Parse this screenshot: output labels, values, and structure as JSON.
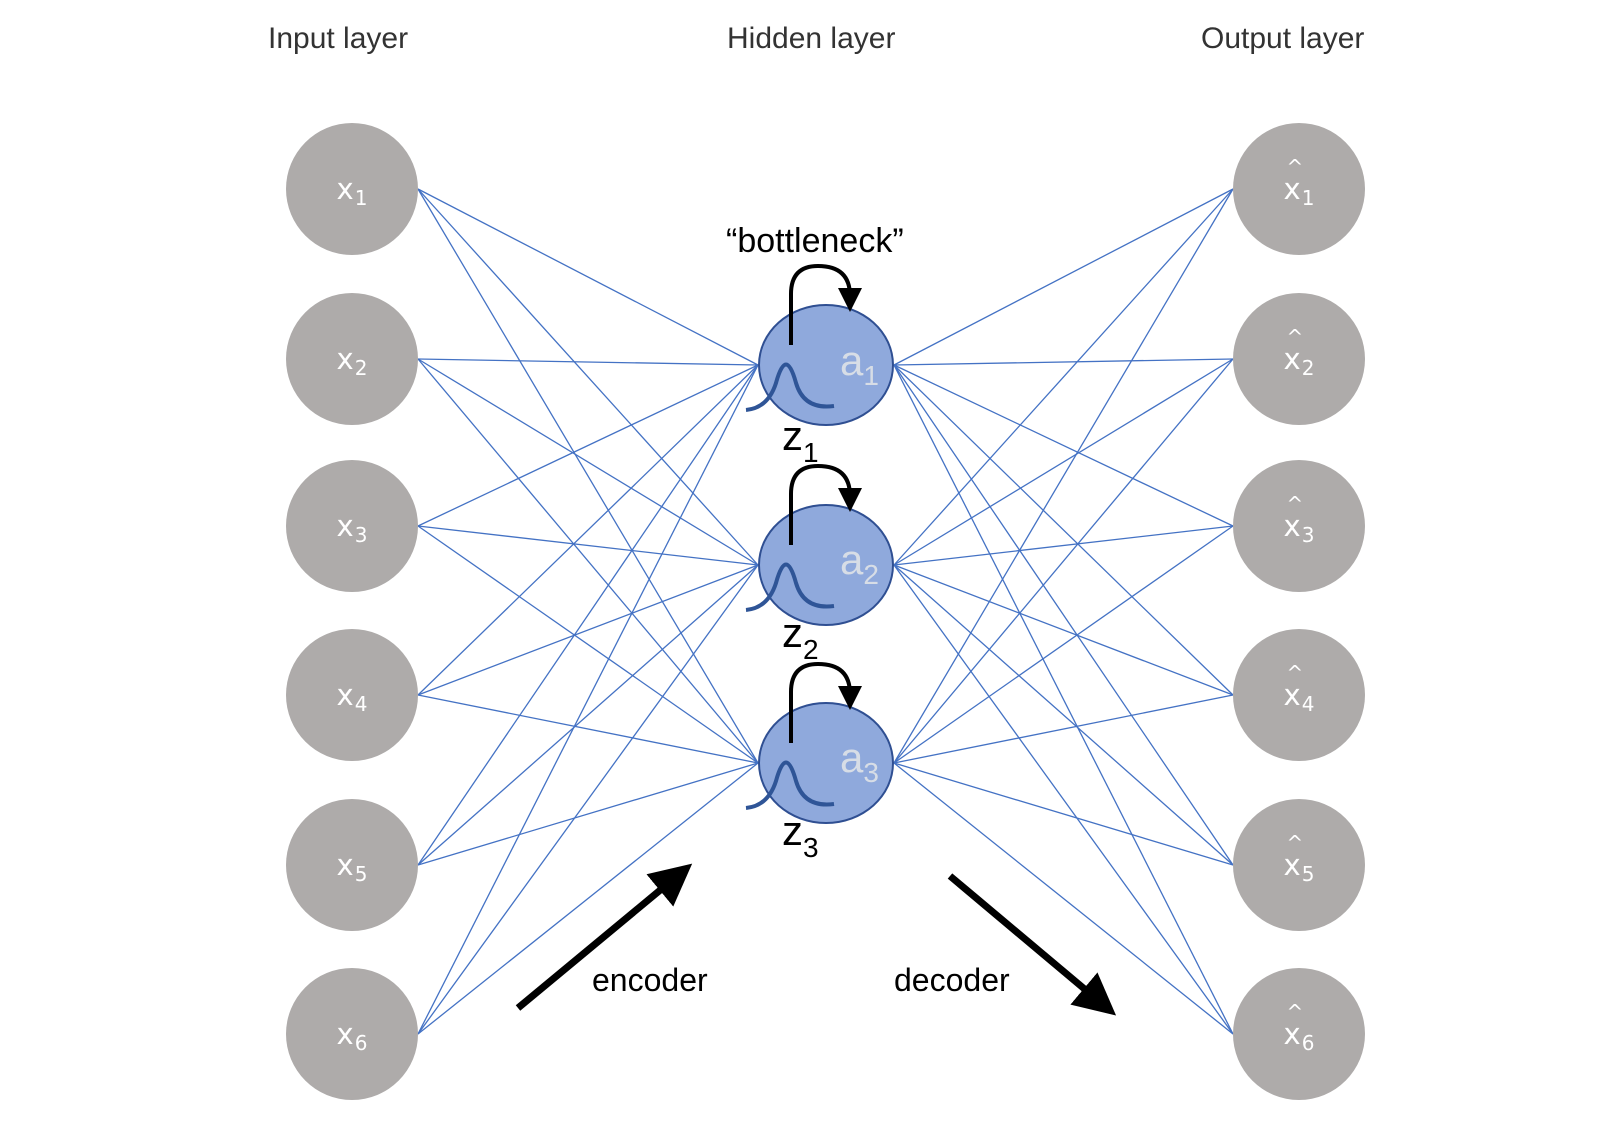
{
  "titles": {
    "input": "Input layer",
    "hidden": "Hidden layer",
    "output": "Output layer"
  },
  "bottleneck": "“bottleneck”",
  "input_nodes": [
    {
      "base": "x",
      "sub": "1"
    },
    {
      "base": "x",
      "sub": "2"
    },
    {
      "base": "x",
      "sub": "3"
    },
    {
      "base": "x",
      "sub": "4"
    },
    {
      "base": "x",
      "sub": "5"
    },
    {
      "base": "x",
      "sub": "6"
    }
  ],
  "output_nodes": [
    {
      "base": "x",
      "sub": "1"
    },
    {
      "base": "x",
      "sub": "2"
    },
    {
      "base": "x",
      "sub": "3"
    },
    {
      "base": "x",
      "sub": "4"
    },
    {
      "base": "x",
      "sub": "5"
    },
    {
      "base": "x",
      "sub": "6"
    }
  ],
  "hidden_nodes": [
    {
      "a_base": "a",
      "a_sub": "1",
      "z_base": "z",
      "z_sub": "1"
    },
    {
      "a_base": "a",
      "a_sub": "2",
      "z_base": "z",
      "z_sub": "2"
    },
    {
      "a_base": "a",
      "a_sub": "3",
      "z_base": "z",
      "z_sub": "3"
    }
  ],
  "arrows": {
    "encoder": "encoder",
    "decoder": "decoder"
  },
  "colors": {
    "node_gray": "#aeabaa",
    "hidden_fill": "#8fa9dc",
    "hidden_border": "#2f4f92",
    "edge": "#4472c4",
    "curve": "#2f5597"
  }
}
